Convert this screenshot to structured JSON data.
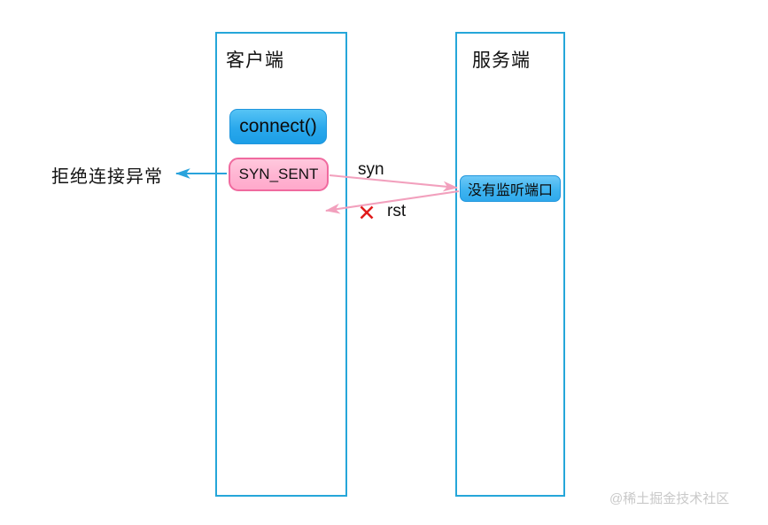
{
  "diagram": {
    "title": "TCP connect to closed port - RST sequence",
    "background": "#ffffff",
    "colors": {
      "lifeline_border": "#25a6d9",
      "blue_node": "#2aa8ec",
      "pink_node": "#ffb4d2",
      "pink_node_border": "#f06a9f",
      "pink_arrow": "#f2a0bd",
      "blue_arrow": "#29a3dc",
      "cross_mark": "#e01b1b",
      "text": "#111111",
      "watermark": "#c9c9c9"
    }
  },
  "participants": [
    {
      "id": "client",
      "title": "客户端"
    },
    {
      "id": "server",
      "title": "服务端"
    }
  ],
  "nodes": [
    {
      "id": "connect",
      "label": "connect()",
      "participant": "client",
      "style": "blue"
    },
    {
      "id": "syn_sent",
      "label": "SYN_SENT",
      "participant": "client",
      "style": "pink"
    },
    {
      "id": "no_listen",
      "label": "没有监听端口",
      "participant": "server",
      "style": "blue"
    }
  ],
  "messages": [
    {
      "id": "syn",
      "label": "syn",
      "from": "client",
      "to": "server",
      "color": "#f2a0bd"
    },
    {
      "id": "rst",
      "label": "rst",
      "from": "server",
      "to": "client",
      "color": "#f2a0bd",
      "marker": "x"
    }
  ],
  "annotations": [
    {
      "id": "refused",
      "label": "拒绝连接异常",
      "color": "#29a3dc",
      "points_to": "syn_sent"
    }
  ],
  "markers": [
    {
      "id": "cross",
      "glyph": "✕",
      "color": "#e01b1b"
    }
  ],
  "watermark": {
    "text": "@稀土掘金技术社区"
  }
}
